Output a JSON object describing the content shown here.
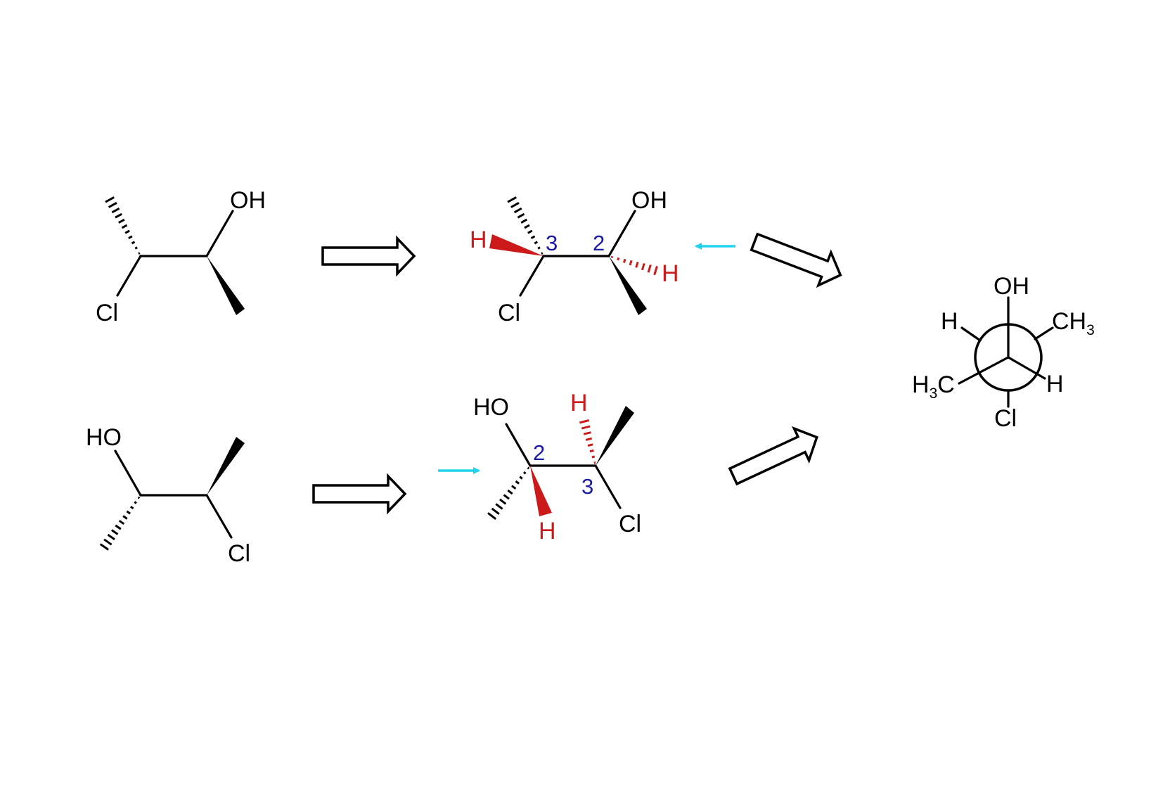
{
  "colors": {
    "ink": "#000000",
    "stereo_h": "#cc1a1a",
    "locant": "#1a1aa6",
    "pointer": "#22d3ee"
  },
  "structures": {
    "top_left": {
      "oh": "OH",
      "cl": "Cl"
    },
    "top_mid": {
      "h_wedge": "H",
      "h_hash": "H",
      "oh": "OH",
      "cl": "Cl",
      "locant_a": "3",
      "locant_b": "2"
    },
    "bottom_left": {
      "ho": "HO",
      "cl": "Cl"
    },
    "bottom_mid": {
      "ho": "HO",
      "h_hash": "H",
      "h_wedge": "H",
      "cl": "Cl",
      "locant_a": "2",
      "locant_b": "3"
    }
  },
  "newman": {
    "top": "OH",
    "upper_left": "H",
    "upper_right_main": "CH",
    "upper_right_sub": "3",
    "lower_left_main": "H",
    "lower_left_sub": "3",
    "lower_left_tail": "C",
    "lower_right": "H",
    "bottom": "Cl"
  },
  "icons": [
    "hollow-arrow-icon",
    "cyan-pointer-arrow-icon"
  ]
}
